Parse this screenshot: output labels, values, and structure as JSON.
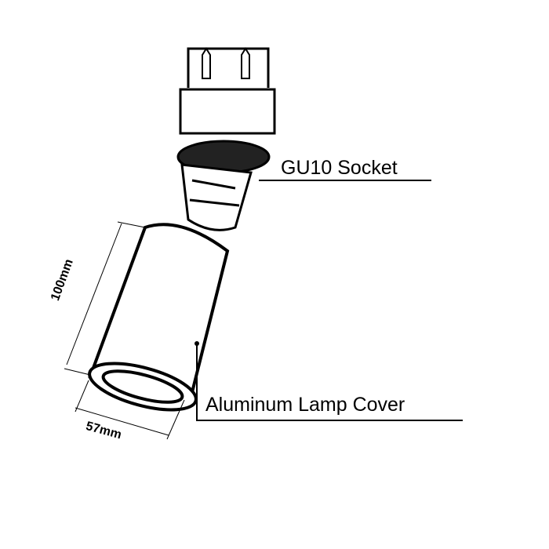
{
  "labels": {
    "socket": "GU10 Socket",
    "cover": "Aluminum Lamp Cover",
    "height": "100mm",
    "diameter": "57mm"
  }
}
